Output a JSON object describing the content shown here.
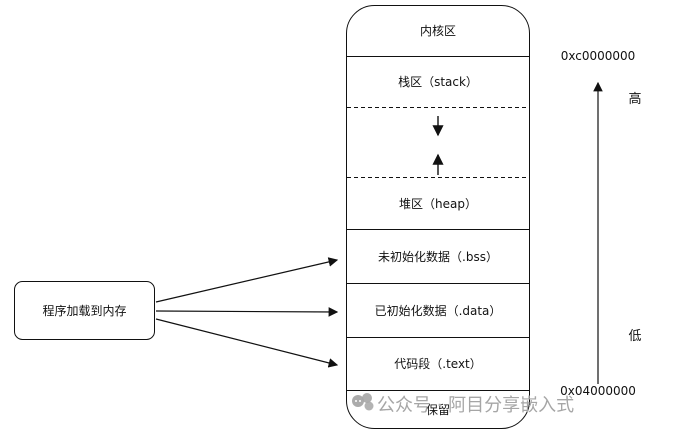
{
  "memory_segments": {
    "kernel": "内核区",
    "stack": "栈区（stack）",
    "heap": "堆区（heap）",
    "bss": "未初始化数据（.bss）",
    "data": "已初始化数据（.data）",
    "text": "代码段（.text）",
    "reserved": "保留"
  },
  "load_box": {
    "label": "程序加载到内存"
  },
  "address_axis": {
    "top_address": "0xc0000000",
    "bottom_address": "0x04000000",
    "high_label": "高",
    "low_label": "低"
  },
  "watermark": {
    "text": "公众号 · 阿目分享嵌入式"
  },
  "colors": {
    "stroke": "#111111",
    "watermark": "#a6a6a6",
    "background": "#ffffff"
  }
}
